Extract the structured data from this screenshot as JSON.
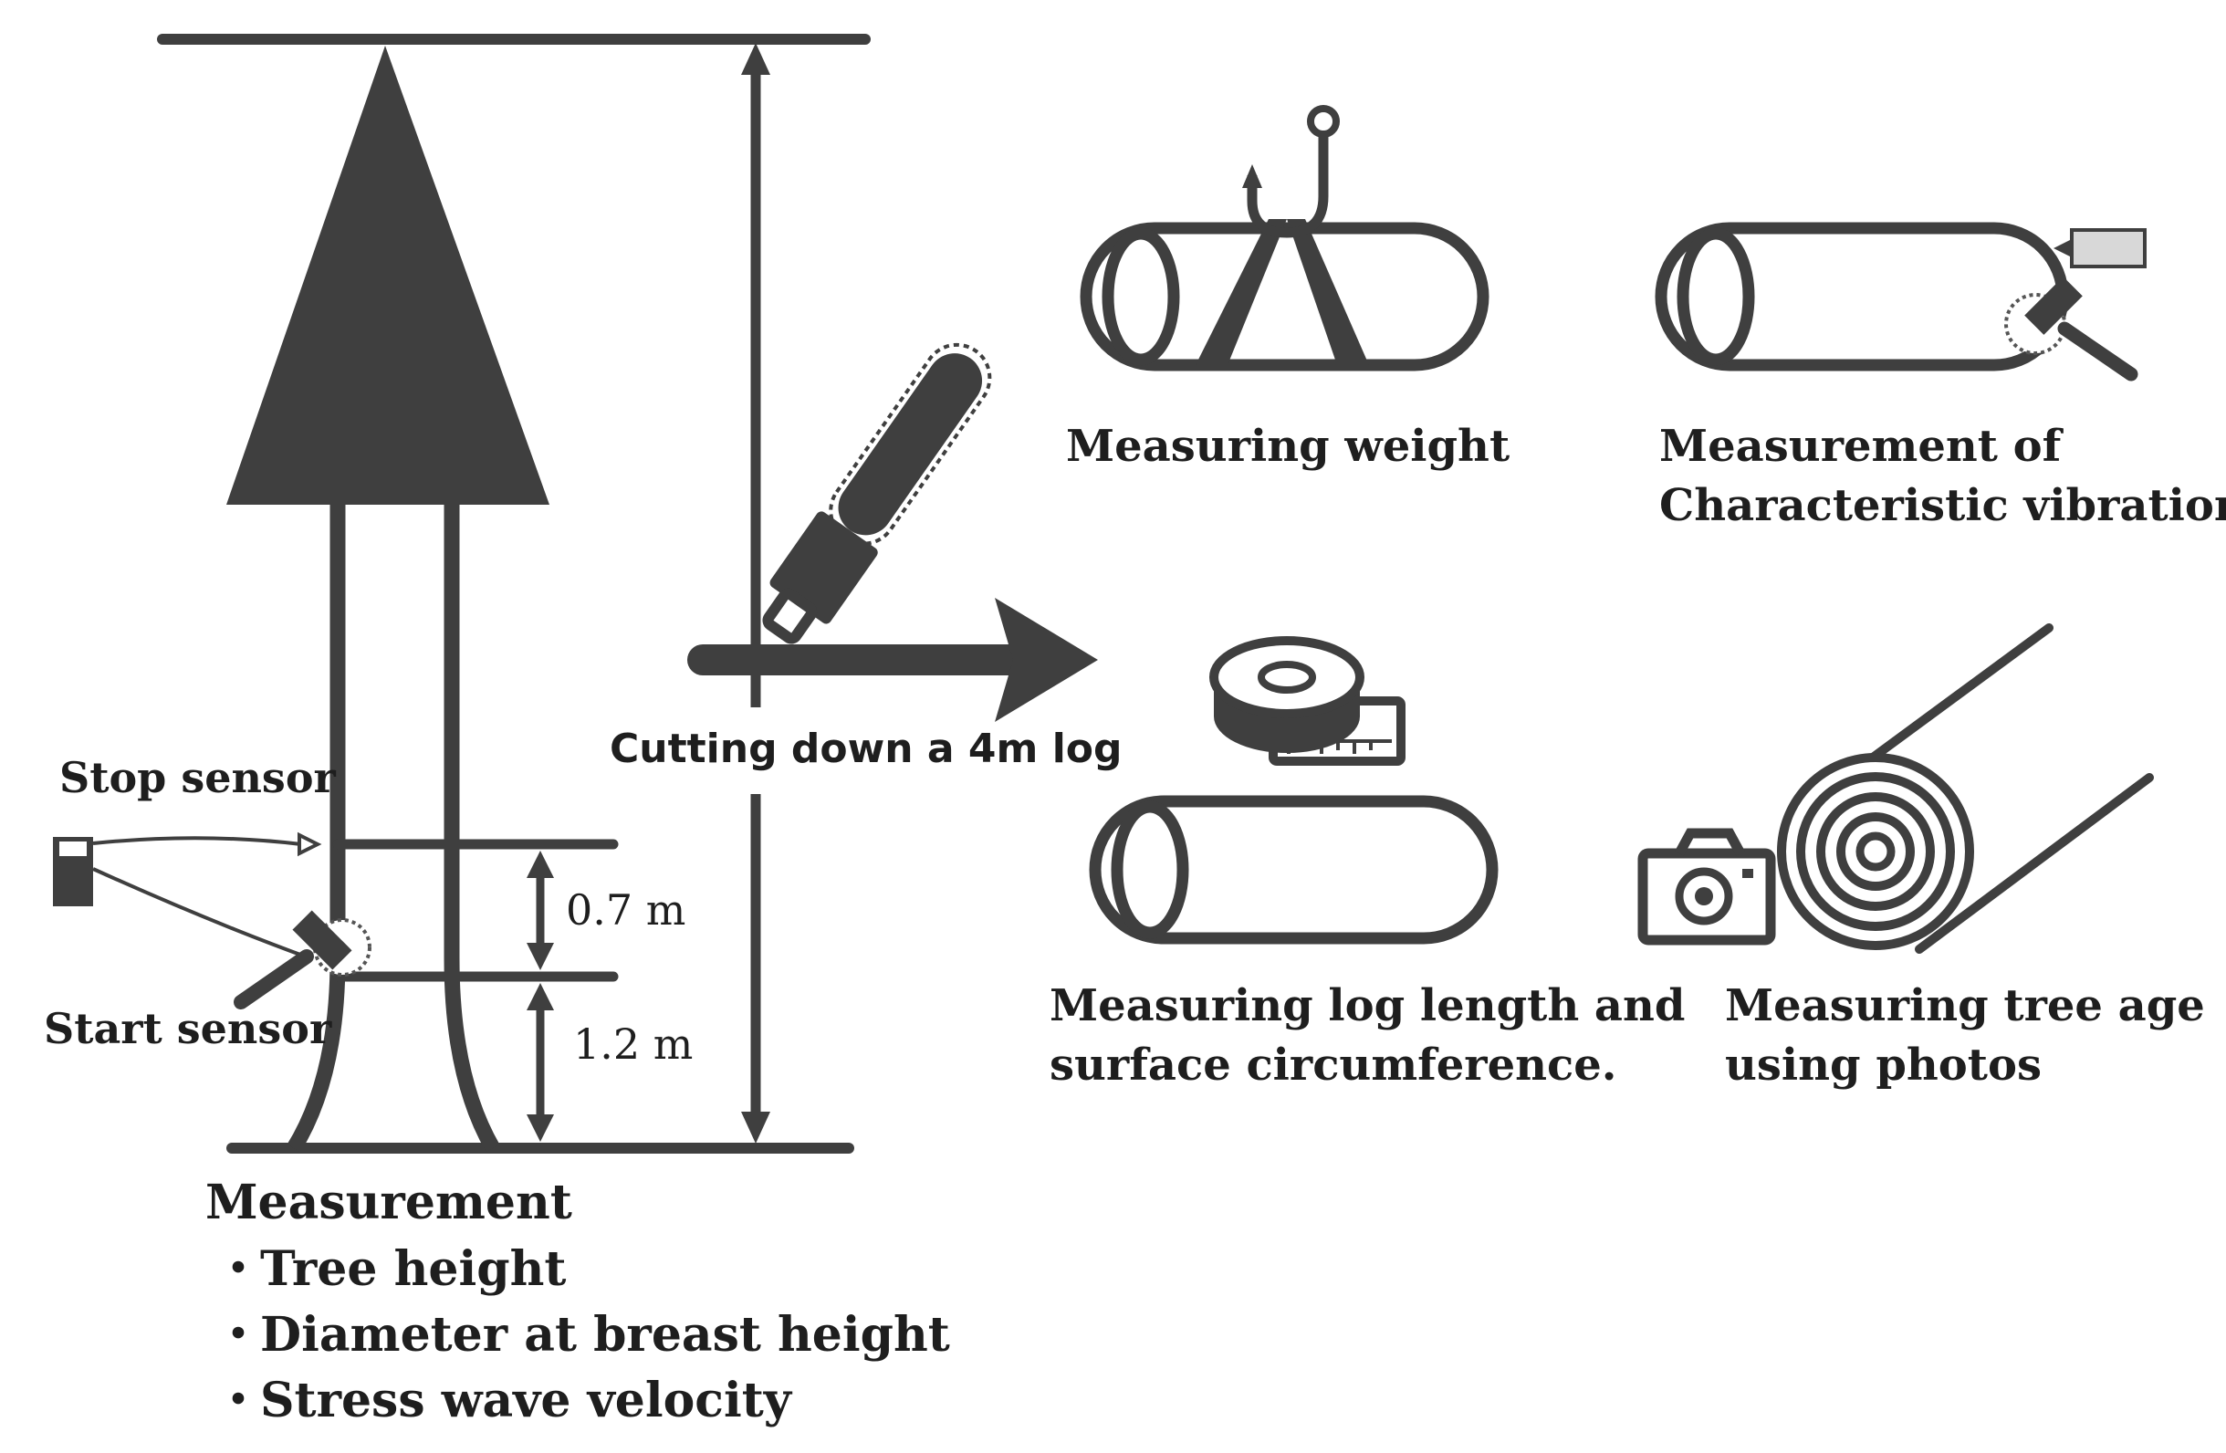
{
  "tree": {
    "stop_sensor_label": "Stop sensor",
    "start_sensor_label": "Start sensor",
    "upper_interval_label": "0.7 m",
    "lower_interval_label": "1.2 m"
  },
  "measurement": {
    "title": "Measurement",
    "bullet": "・",
    "items": [
      "Tree height",
      "Diameter at breast height",
      "Stress wave velocity"
    ]
  },
  "cutting": {
    "label": "Cutting down a 4m log"
  },
  "panels": {
    "weight": {
      "line1": "Measuring weight"
    },
    "vibration": {
      "line1": "Measurement of",
      "line2": "Characteristic vibrations"
    },
    "length": {
      "line1": "Measuring log length and",
      "line2": "surface circumference."
    },
    "age": {
      "line1": "Measuring tree age",
      "line2": "using photos"
    }
  },
  "colors": {
    "icon": "#3f3f3f",
    "text": "#1e1e1e",
    "sensor_fill": "#d8d8d8"
  }
}
